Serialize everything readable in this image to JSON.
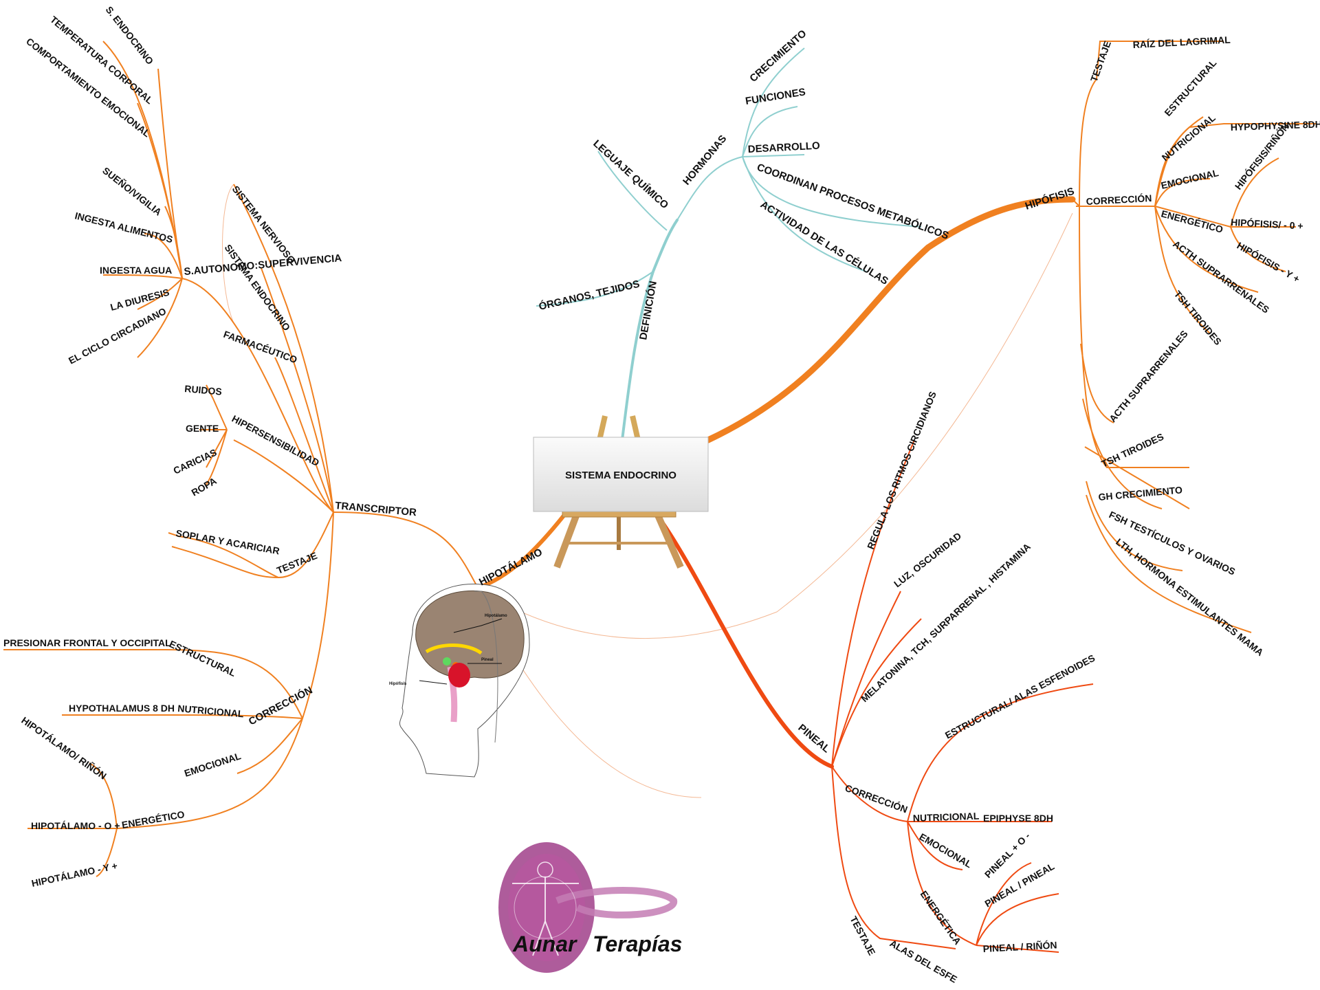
{
  "center": {
    "title": "SISTEMA ENDOCRINO"
  },
  "colors": {
    "orange": "#f08020",
    "red": "#ef4a12",
    "teal": "#8fcfcf",
    "peach": "#f4b894",
    "logo": "#a0408a"
  },
  "definicion": {
    "title": "DEFINICIÓN",
    "items": [
      "LEGUAJE QUÍMICO",
      "ÓRGANOS, TEJIDOS"
    ],
    "hormonas": {
      "title": "HORMONAS",
      "items": [
        "CRECIMIENTO",
        "FUNCIONES",
        "DESARROLLO",
        "COORDINAN PROCESOS METABÓLICOS",
        "ACTIVIDAD DE LAS CÉLULAS"
      ]
    }
  },
  "hipotalamo": {
    "title": "HIPOTÁLAMO",
    "transcriptor": {
      "title": "TRANSCRIPTOR",
      "autonomo": {
        "title": "S.AUTONOMO:SUPERVIVENCIA",
        "items": [
          "S. ENDOCRINO",
          "TEMPERATURA CORPORAL",
          "COMPORTAMIENTO EMOCIONAL",
          "SUEÑO/VIGILIA",
          "INGESTA ALIMENTOS",
          "INGESTA AGUA",
          "LA DIURESIS",
          "EL CICLO CIRCADIANO"
        ]
      },
      "direct": [
        "SISTEMA NERVIOSO",
        "SISTEMA ENDOCRINO",
        "FARMACÉUTICO"
      ],
      "hipersensibilidad": {
        "title": "HIPERSENSIBILIDAD",
        "items": [
          "RUIDOS",
          "GENTE",
          "CARICIAS",
          "ROPA"
        ]
      },
      "testaje": {
        "title": "TESTAJE",
        "item": "SOPLAR Y ACARICIAR"
      }
    },
    "correccion": {
      "title": "CORRECCIÓN",
      "estructural": {
        "title": "ESTRUCTURAL",
        "item": "PRESIONAR FRONTAL Y OCCIPITAL"
      },
      "nutricional": {
        "title": "NUTRICIONAL",
        "item": "HYPOTHALAMUS 8 DH"
      },
      "emocional": "EMOCIONAL",
      "energetico": {
        "title": "ENERGÉTICO",
        "items": [
          "HIPOTÁLAMO/ RIÑÓN",
          "HIPOTÁLAMO - O +",
          "HIPOTÁLAMO - Y +"
        ]
      }
    }
  },
  "hipofisis": {
    "title": "HIPÓFISIS",
    "testaje": {
      "title": "TESTAJE",
      "item": "RAÍZ DEL LAGRIMAL"
    },
    "correccion": {
      "title": "CORRECCIÓN",
      "estructural": "ESTRUCTURAL",
      "nutricional": {
        "title": "NUTRICIONAL",
        "item": "HYPOPHYSINE 8DH"
      },
      "emocional": "EMOCIONAL",
      "energetico": {
        "title": "ENERGÉTICO",
        "items": [
          "HIPÓFISIS/RIÑÓN",
          "HIPÓFISIS/ - 0 +",
          "HIPÓFISIS - Y +"
        ]
      },
      "others": [
        "ACTH SUPRARRENALES",
        "TSH TIROIDES"
      ]
    },
    "hormonas": [
      "ACTH SUPRARRENALES",
      "TSH TIROIDES",
      "GH CRECIMIENTO",
      "FSH TESTÍCULOS Y OVARIOS",
      "LTH, HORMONA ESTIMULANTES MAMA"
    ]
  },
  "pineal": {
    "title": "PINEAL",
    "items": [
      "REGULA LOS RITMOS CIRCIDIANOS",
      "LUZ, OSCURIDAD",
      "MELATONINA, TCH, SURPARRENAL , HISTAMINA"
    ],
    "correccion": {
      "title": "CORRECCIÓN",
      "estructural": "ESTRUCTURAL/ ALAS ESFENOIDES",
      "nutricional": {
        "title": "NUTRICIONAL",
        "item": "EPIPHYSE 8DH"
      },
      "emocional": "EMOCIONAL",
      "energetica": {
        "title": "ENERGÉTICA",
        "items": [
          "PINEAL + O -",
          "PINEAL / PINEAL",
          "PINEAL / RIÑÓN"
        ]
      }
    },
    "testaje": {
      "title": "TESTAJE",
      "item": "ALAS DEL ESFE"
    }
  },
  "brain": {
    "labels": [
      "Hipotálamo",
      "Pineal",
      "Hipófisis"
    ]
  },
  "logo": {
    "word1": "Aunar",
    "word2": "Terapías"
  }
}
